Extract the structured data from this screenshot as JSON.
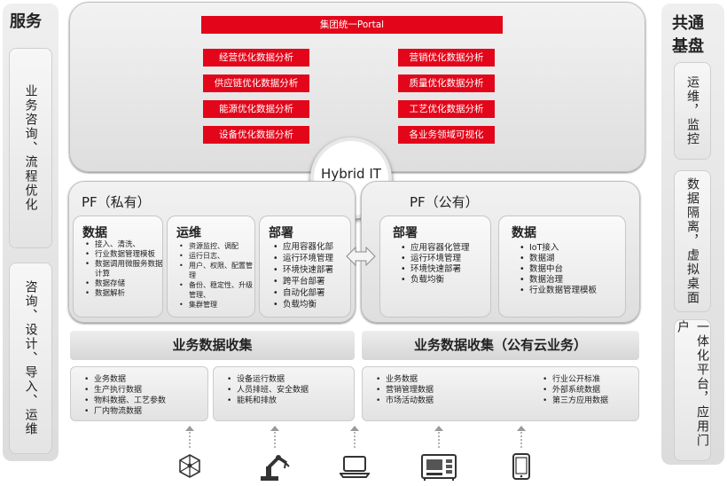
{
  "left": {
    "title": "服务",
    "box1": "业务咨询、流程优化",
    "box2": "咨询、设计、导入、运维"
  },
  "right": {
    "title": "共通基盘",
    "box1": "运维，监控",
    "box2": "数据隔离，虚拟桌面",
    "box3": "一体化平台，应用门户"
  },
  "portal": {
    "header": "集团统一Portal",
    "items_left": [
      "经营优化数据分析",
      "供应链优化数据分析",
      "能源优化数据分析",
      "设备优化数据分析"
    ],
    "items_right": [
      "营销优化数据分析",
      "质量优化数据分析",
      "工艺优化数据分析",
      "各业务领域可视化"
    ]
  },
  "hybrid": "Hybrid IT",
  "private_pf": {
    "title": "PF（私有）",
    "cards": [
      {
        "title": "数据",
        "items": [
          "接入、清洗、",
          "行业数据管理模板",
          "数据调用微服务数据计算",
          "数据存储",
          "数据解析"
        ]
      },
      {
        "title": "运维",
        "items": [
          "资源监控、调配",
          "运行日志、",
          "用户、权限、配置管理",
          "备份、稳定性、升级管理、",
          "集群管理"
        ]
      },
      {
        "title": "部署",
        "items": [
          "应用容器化部",
          "运行环境管理",
          "环境快速部署",
          "跨平台部署",
          "自动化部署",
          "负载均衡"
        ]
      }
    ]
  },
  "public_pf": {
    "title": "PF（公有）",
    "cards": [
      {
        "title": "部署",
        "items": [
          "应用容器化管理",
          "运行环境管理",
          "环境快速部署",
          "负载均衡"
        ]
      },
      {
        "title": "数据",
        "items": [
          "IoT接入",
          "数据湖",
          "数据中台",
          "数据治理",
          "行业数据管理模板"
        ]
      }
    ]
  },
  "collect_left": {
    "title": "业务数据收集",
    "list1": [
      "业务数据",
      "生产执行数据",
      "物料数据、工艺参数",
      "厂内物流数据"
    ],
    "list2": [
      "设备运行数据",
      "人员排班、安全数据",
      "能耗和排放"
    ]
  },
  "collect_right": {
    "title": "业务数据收集（公有云业务）",
    "list1": [
      "业务数据",
      "营销管理数据",
      "市场活动数据"
    ],
    "list2": [
      "行业公开标准",
      "外部系统数据",
      "第三方应用数据"
    ]
  },
  "bottom_icons": [
    "cube-network-icon",
    "robot-arm-icon",
    "laptop-icon",
    "machine-tool-icon",
    "tablet-icon"
  ],
  "colors": {
    "accent_red": "#e3061a",
    "panel_gray": "#e0e0e0"
  }
}
